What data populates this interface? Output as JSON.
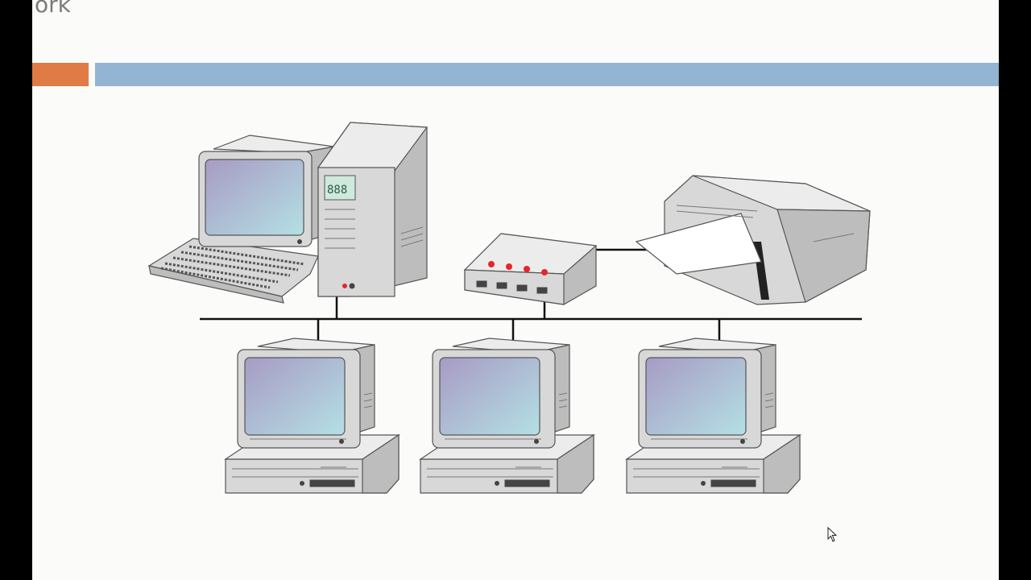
{
  "slide": {
    "title": "ork",
    "colors": {
      "background": "#fbfbf9",
      "accent_orange": "#e07b45",
      "accent_blue": "#93b4d2",
      "screen_light": "#b4e0e4",
      "screen_dark": "#a79bc4",
      "device_body": "#d8d8d8",
      "device_outline": "#555555",
      "led_red": "#e8242c",
      "cable": "#111111"
    }
  },
  "diagram": {
    "nodes": [
      {
        "name": "server-workstation",
        "type": "tower-pc-with-monitor-keyboard",
        "icon": "server-computer-icon"
      },
      {
        "name": "network-hub",
        "type": "hub",
        "icon": "hub-icon"
      },
      {
        "name": "printer",
        "type": "printer",
        "icon": "printer-icon"
      },
      {
        "name": "client-pc-1",
        "type": "desktop-pc",
        "icon": "desktop-computer-icon"
      },
      {
        "name": "client-pc-2",
        "type": "desktop-pc",
        "icon": "desktop-computer-icon"
      },
      {
        "name": "client-pc-3",
        "type": "desktop-pc",
        "icon": "desktop-computer-icon"
      }
    ],
    "topology": "bus",
    "links": [
      {
        "from": "server-workstation",
        "to": "bus-backbone"
      },
      {
        "from": "network-hub",
        "to": "bus-backbone"
      },
      {
        "from": "network-hub",
        "to": "printer"
      },
      {
        "from": "client-pc-1",
        "to": "bus-backbone"
      },
      {
        "from": "client-pc-2",
        "to": "bus-backbone"
      },
      {
        "from": "client-pc-3",
        "to": "bus-backbone"
      }
    ]
  },
  "cursor": {
    "icon": "mouse-pointer-icon"
  }
}
